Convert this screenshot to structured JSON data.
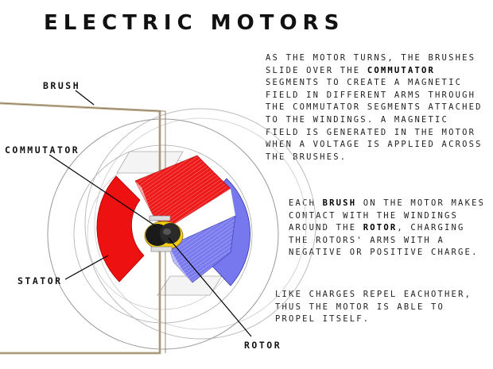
{
  "title": "ELECTRIC MOTORS",
  "paragraphs": {
    "p1": {
      "before": "AS THE MOTOR TURNS, THE BRUSHES SLIDE OVER THE ",
      "bold": "COMMUTATOR",
      "after": " SEGMENTS TO CREATE A MAGNETIC FIELD IN DIFFERENT ARMS THROUGH THE COMMUTATOR SEGMENTS ATTACHED TO THE WINDINGS. A MAGNETIC FIELD IS GENERATED IN THE MOTOR WHEN A VOLTAGE IS APPLIED ACROSS THE BRUSHES."
    },
    "p2": {
      "before": "EACH ",
      "bold1": "BRUSH",
      "middle": " ON THE MOTOR MAKES CONTACT WITH THE WINDINGS AROUND THE ",
      "bold2": "ROTOR",
      "after": ", CHARGING THE ROTORS' ARMS WITH A NEGATIVE OR POSITIVE CHARGE."
    },
    "p3": "LIKE CHARGES REPEL EACHOTHER, THUS THE MOTOR IS ABLE TO PROPEL ITSELF."
  },
  "labels": {
    "brush": "BRUSH",
    "commutator": "COMMUTATOR",
    "stator": "STATOR",
    "rotor": "ROTOR"
  },
  "colors": {
    "stator_red": "#ee1111",
    "rotor_red": "#ee1a1a",
    "rotor_blue": "#7a7aee",
    "commutator_yellow": "#f2cc10",
    "shaft": "#1a1a1a",
    "outline": "#888888"
  }
}
